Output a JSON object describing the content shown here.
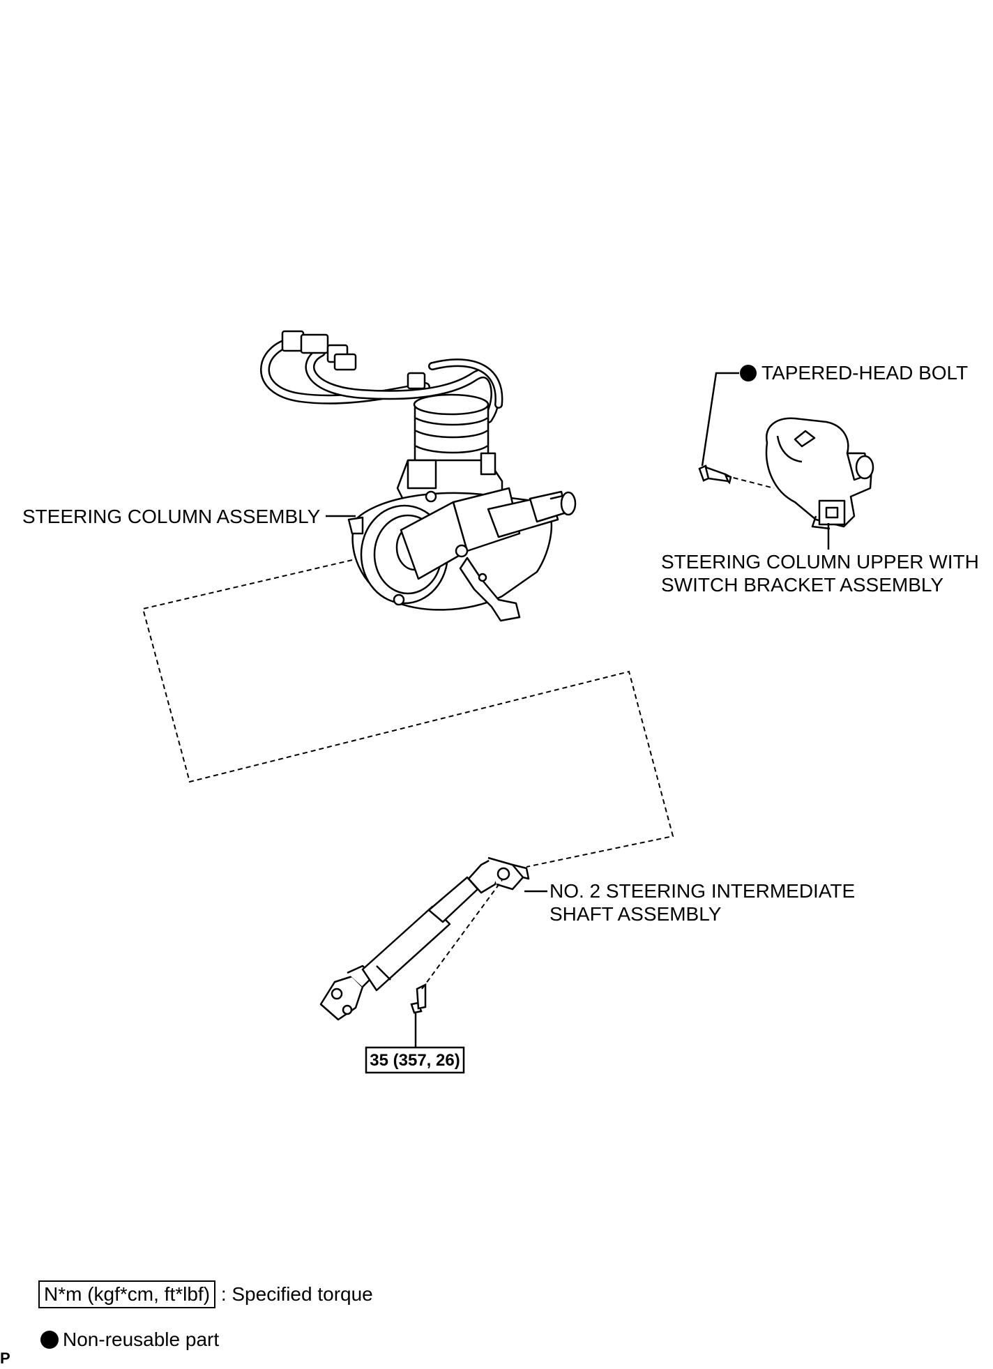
{
  "labels": {
    "steering_column": "STEERING COLUMN ASSEMBLY",
    "tapered_bolt": "TAPERED-HEAD BOLT",
    "upper_bracket_line1": "STEERING COLUMN UPPER WITH",
    "upper_bracket_line2": "SWITCH BRACKET ASSEMBLY",
    "intermediate_line1": "NO. 2 STEERING INTERMEDIATE",
    "intermediate_line2": "SHAFT ASSEMBLY",
    "torque_value": "35 (357, 26)"
  },
  "legend": {
    "torque_unit": "N*m (kgf*cm, ft*lbf)",
    "torque_desc": ": Specified torque",
    "non_reusable": "Non-reusable part"
  },
  "page_code": "P",
  "icons": {
    "non_reusable_marker": "filled-circle-icon"
  }
}
